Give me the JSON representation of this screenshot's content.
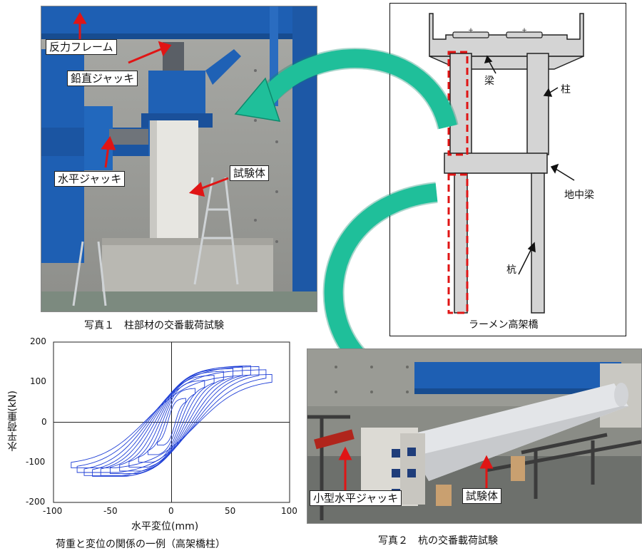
{
  "photo1": {
    "labels": {
      "reaction_frame": "反力フレーム",
      "vertical_jack": "鉛直ジャッキ",
      "horizontal_jack": "水平ジャッキ",
      "specimen": "試験体"
    },
    "caption": "写真１　柱部材の交番載荷試験"
  },
  "diagram": {
    "beam": "梁",
    "column": "柱",
    "ground_beam": "地中梁",
    "pile": "杭",
    "caption": "ラーメン高架橋"
  },
  "photo2": {
    "labels": {
      "small_jack": "小型水平ジャッキ",
      "specimen": "試験体"
    },
    "caption": "写真２　杭の交番載荷試験"
  },
  "chart": {
    "xlabel": "水平変位(mm)",
    "ylabel": "水平荷重(kN)",
    "caption": "荷重と変位の関係の一例（高架橋柱）",
    "x_ticks": [
      "-100",
      "-50",
      "0",
      "50",
      "100"
    ],
    "y_ticks": [
      "200",
      "100",
      "0",
      "-100",
      "-200"
    ]
  },
  "chart_data": {
    "type": "line",
    "xlabel": "水平変位(mm)",
    "ylabel": "水平荷重(kN)",
    "xlim": [
      -100,
      100
    ],
    "ylim": [
      -200,
      200
    ],
    "grid": false,
    "series_color": "#1f3fd6",
    "loops": [
      {
        "amp": 12,
        "peak": 60
      },
      {
        "amp": 20,
        "peak": 85
      },
      {
        "amp": 28,
        "peak": 105
      },
      {
        "amp": 36,
        "peak": 118
      },
      {
        "amp": 44,
        "peak": 128
      },
      {
        "amp": 52,
        "peak": 135
      },
      {
        "amp": 60,
        "peak": 140
      },
      {
        "amp": 67,
        "peak": 142
      },
      {
        "amp": 74,
        "peak": 140
      },
      {
        "amp": 80,
        "peak": 132
      },
      {
        "amp": 85,
        "peak": 120
      }
    ],
    "max_positive_load": 150,
    "max_negative_load": -135
  },
  "colors": {
    "arrow_green": "#1fbf9a",
    "red": "#e01515",
    "steel_blue": "#1e63b8"
  }
}
